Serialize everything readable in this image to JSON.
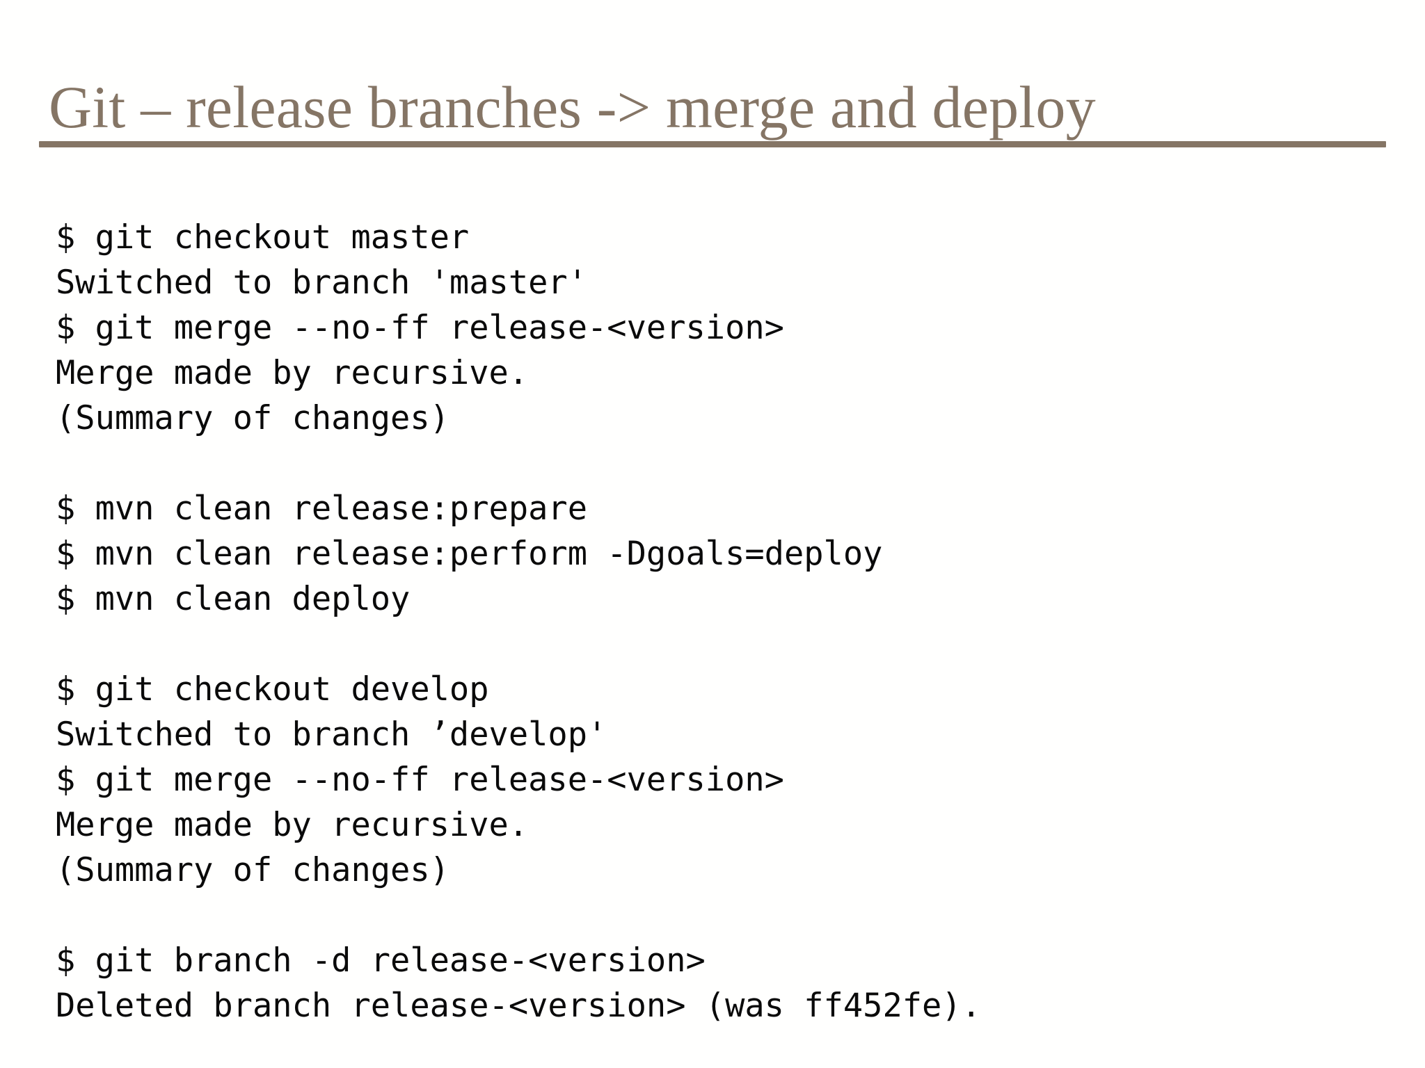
{
  "slide": {
    "title": "Git – release branches -> merge and deploy",
    "title_color": "#857565",
    "rule_color": "#857565",
    "background_color": "#fffffe",
    "code_color": "#0a0a0a"
  },
  "code": {
    "lines": [
      "$ git checkout master",
      "Switched to branch 'master'",
      "$ git merge --no-ff release-<version>",
      "Merge made by recursive.",
      "(Summary of changes)",
      "",
      "$ mvn clean release:prepare",
      "$ mvn clean release:perform -Dgoals=deploy",
      "$ mvn clean deploy",
      "",
      "$ git checkout develop",
      "Switched to branch ’develop'",
      "$ git merge --no-ff release-<version>",
      "Merge made by recursive.",
      "(Summary of changes)",
      "",
      "$ git branch -d release-<version>",
      "Deleted branch release-<version> (was ff452fe)."
    ]
  }
}
